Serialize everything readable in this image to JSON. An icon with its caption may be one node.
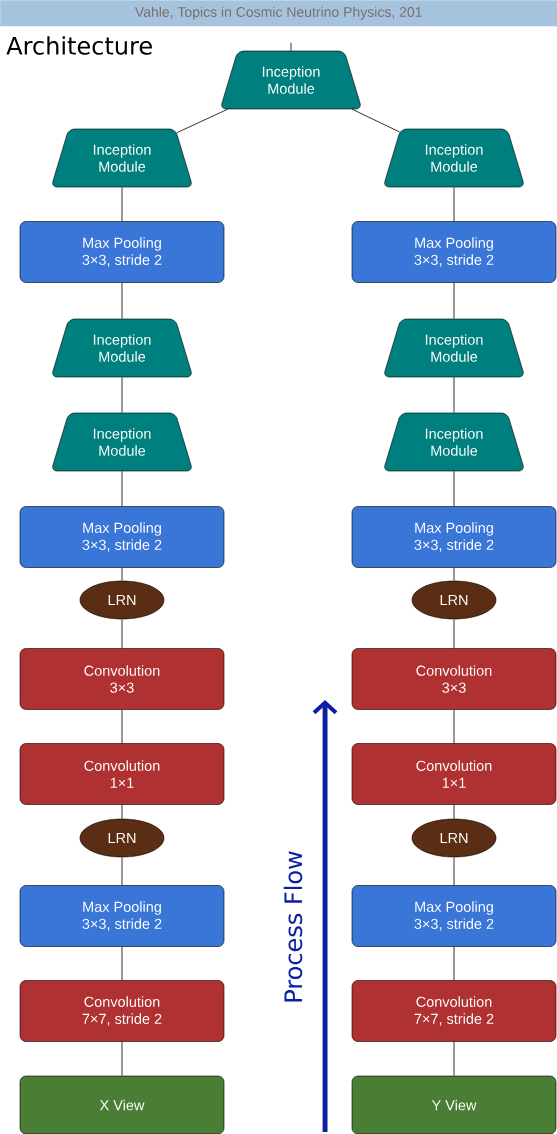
{
  "diagram": {
    "title": "Architecture",
    "nodes": [
      {
        "text": [
          "Inception Module"
        ]
      },
      {
        "text": [
          "Inception Module"
        ]
      },
      {
        "text": [
          "Max Pooling",
          "3×3, stride 2"
        ]
      },
      {
        "text": [
          "Inception Module"
        ]
      },
      {
        "text": [
          "Inception Module"
        ]
      },
      {
        "text": [
          "Max Pooling",
          "3×3, stride 2"
        ]
      },
      {
        "text": [
          "LRN"
        ]
      },
      {
        "text": [
          "Convolution",
          "3×3"
        ]
      },
      {
        "text": [
          "Convolution",
          "1×1"
        ]
      },
      {
        "text": [
          "LRN"
        ]
      },
      {
        "text": [
          "Max Pooling",
          "3×3, stride 2"
        ]
      },
      {
        "text": [
          "Convolution",
          "7×7, stride 2"
        ]
      },
      {
        "text": [
          "X View"
        ]
      },
      {
        "text": [
          "Inception Module"
        ]
      },
      {
        "text": [
          "Max Pooling",
          "3×3, stride 2"
        ]
      },
      {
        "text": [
          "Inception Module"
        ]
      },
      {
        "text": [
          "Inception Module"
        ]
      },
      {
        "text": [
          "Max Pooling",
          "3×3, stride 2"
        ]
      },
      {
        "text": [
          "LRN"
        ]
      },
      {
        "text": [
          "Convolution",
          "3×3"
        ]
      },
      {
        "text": [
          "Convolution",
          "1×1"
        ]
      },
      {
        "text": [
          "LRN"
        ]
      },
      {
        "text": [
          "Max Pooling",
          "3×3, stride 2"
        ]
      },
      {
        "text": [
          "Convolution",
          "7×7, stride 2"
        ]
      },
      {
        "text": [
          "Y View"
        ]
      }
    ],
    "edges": [
      {
        "from": 0,
        "to": null,
        "arrow": "none"
      },
      {
        "from": 0,
        "to": 1,
        "arrow": "none"
      },
      {
        "from": 0,
        "to": 13,
        "arrow": "none"
      },
      {
        "from": 1,
        "to": 2,
        "arrow": "none"
      },
      {
        "from": 2,
        "to": 3,
        "arrow": "none"
      },
      {
        "from": 3,
        "to": 4,
        "arrow": "none"
      },
      {
        "from": 4,
        "to": 5,
        "arrow": "none"
      },
      {
        "from": 5,
        "to": 6,
        "arrow": "none"
      },
      {
        "from": 6,
        "to": 7,
        "arrow": "none"
      },
      {
        "from": 7,
        "to": 8,
        "arrow": "none"
      },
      {
        "from": 8,
        "to": 9,
        "arrow": "none"
      },
      {
        "from": 9,
        "to": 10,
        "arrow": "none"
      },
      {
        "from": 10,
        "to": 11,
        "arrow": "none"
      },
      {
        "from": 11,
        "to": 12,
        "arrow": "none"
      },
      {
        "from": 13,
        "to": 14,
        "arrow": "none"
      },
      {
        "from": 14,
        "to": 15,
        "arrow": "none"
      },
      {
        "from": 15,
        "to": 16,
        "arrow": "none"
      },
      {
        "from": 16,
        "to": 17,
        "arrow": "none"
      },
      {
        "from": 17,
        "to": 18,
        "arrow": "none"
      },
      {
        "from": 18,
        "to": 19,
        "arrow": "none"
      },
      {
        "from": 19,
        "to": 20,
        "arrow": "none"
      },
      {
        "from": 20,
        "to": 21,
        "arrow": "none"
      },
      {
        "from": 21,
        "to": 22,
        "arrow": "none"
      },
      {
        "from": 22,
        "to": 23,
        "arrow": "none"
      },
      {
        "from": 23,
        "to": 24,
        "arrow": "none"
      }
    ],
    "labels": [
      "Vahle, Topics in Cosmic Neutrino Physics, 201",
      "Process Flow"
    ]
  }
}
